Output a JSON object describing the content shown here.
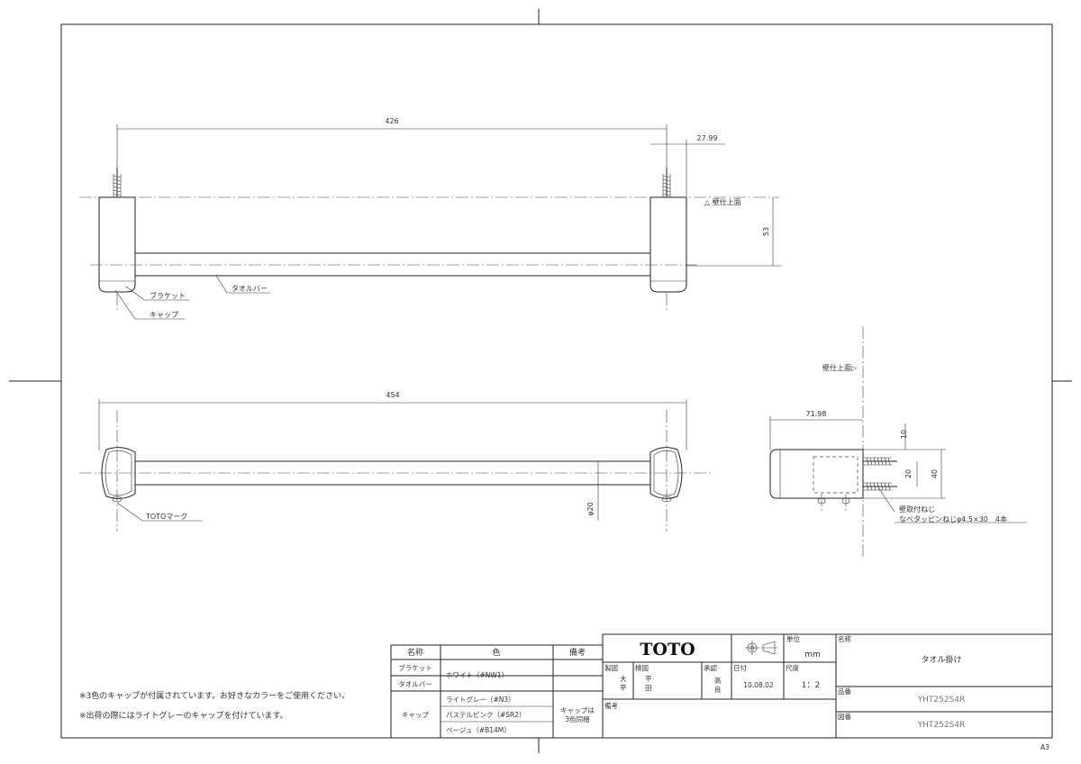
{
  "top_view": {
    "dim_width": "426",
    "dim_offset": "27.99",
    "dim_height": "53",
    "wall_label": "△ 壁仕上面",
    "label_bracket": "ブラケット",
    "label_cap": "キャップ",
    "label_bar": "タオルバー"
  },
  "front_view": {
    "dim_width": "454",
    "dim_diameter": "φ20",
    "label_mark": "TOTOマーク"
  },
  "side_view": {
    "wall_label": "壁仕上面▷",
    "dim_depth": "71.98",
    "dim_10": "10",
    "dim_20": "20",
    "dim_40": "40",
    "screw_label_1": "壁取付ねじ",
    "screw_label_2": "なべタッピンねじφ4.5×30　4本"
  },
  "notes": [
    "※3色のキャップが付属されています。お好きなカラーをご使用ください。",
    "※出荷の際にはライトグレーのキャップを付けています。"
  ],
  "parts_table": {
    "headers": [
      "名称",
      "色",
      "備考"
    ],
    "rows": [
      {
        "name": "ブラケット",
        "color": "ホワイト（#NW1）"
      },
      {
        "name": "タオルバー",
        "color": ""
      },
      {
        "name": "キャップ",
        "colors": [
          "ライトグレー（#N3）",
          "パステルピンク（#SR2）",
          "ベージュ（#B14M）"
        ],
        "remark_1": "キャップは",
        "remark_2": "3色同梱"
      }
    ]
  },
  "title_block": {
    "brand": "TOTO",
    "unit_label": "単位",
    "unit_value": "mm",
    "name_label": "名称",
    "name_value": "タオル掛け",
    "drawn_label": "製図",
    "drawn_value_1": "大",
    "drawn_value_2": "平",
    "checked_label": "検図",
    "checked_value_1": "平",
    "checked_value_2": "田",
    "approved_label": "承認",
    "approved_value_1": "高",
    "approved_value_2": "良",
    "date_label": "日付",
    "date_value": "10.08.02",
    "scale_label": "尺度",
    "scale_value": "1：2",
    "remarks_label": "備考",
    "part_no_label": "品番",
    "part_no_value": "YHT252S4R",
    "drawing_no_label": "図番",
    "drawing_no_value": "YHT252S4R"
  },
  "sheet_size": "A3"
}
